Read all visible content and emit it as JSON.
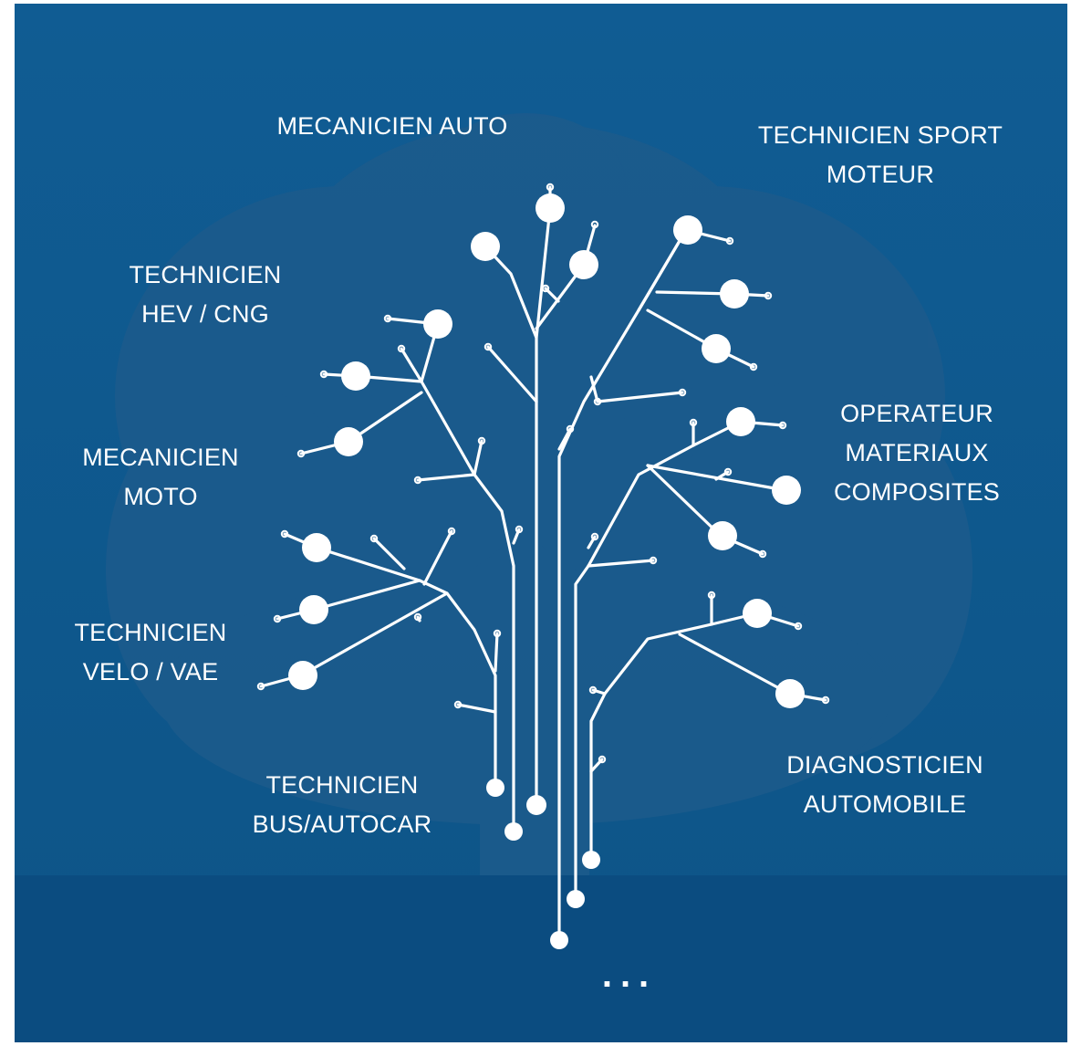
{
  "colors": {
    "background_top": "#0f5b92",
    "background_bottom": "#0b4f84",
    "tree_silhouette": "#1f5a8a",
    "ground": "#0a4a7d",
    "circuit": "#ffffff"
  },
  "labels": {
    "mecanicien_auto": [
      "MECANICIEN AUTO"
    ],
    "technicien_sport_moteur": [
      "TECHNICIEN SPORT",
      "MOTEUR"
    ],
    "technicien_hev_cng": [
      "TECHNICIEN",
      "HEV / CNG"
    ],
    "mecanicien_moto": [
      "MECANICIEN",
      "MOTO"
    ],
    "technicien_velo_vae": [
      "TECHNICIEN",
      "VELO / VAE"
    ],
    "technicien_bus_autocar": [
      "TECHNICIEN",
      "BUS/AUTOCAR"
    ],
    "operateur_materiaux_composites": [
      "OPERATEUR",
      "MATERIAUX",
      "COMPOSITES"
    ],
    "diagnosticien_automobile": [
      "DIAGNOSTICIEN",
      "AUTOMOBILE"
    ]
  },
  "ellipsis": "..."
}
